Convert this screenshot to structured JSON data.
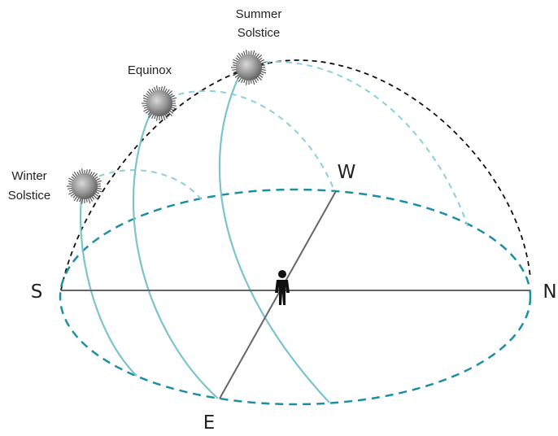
{
  "labels": {
    "summer_line1": "Summer",
    "summer_line2": "Solstice",
    "equinox": "Equinox",
    "winter_line1": "Winter",
    "winter_line2": "Solstice",
    "south": "S",
    "north": "N",
    "east": "E",
    "west": "W"
  },
  "colors": {
    "horizon_dashed": "#1d8fa3",
    "sun_path": "#7cc3cf",
    "sun_path_below": "#8ccfe0",
    "meridian_dome": "#111111",
    "compass_lines": "#666666",
    "sun_body": "#8a8a8a",
    "observer": "#111111"
  }
}
